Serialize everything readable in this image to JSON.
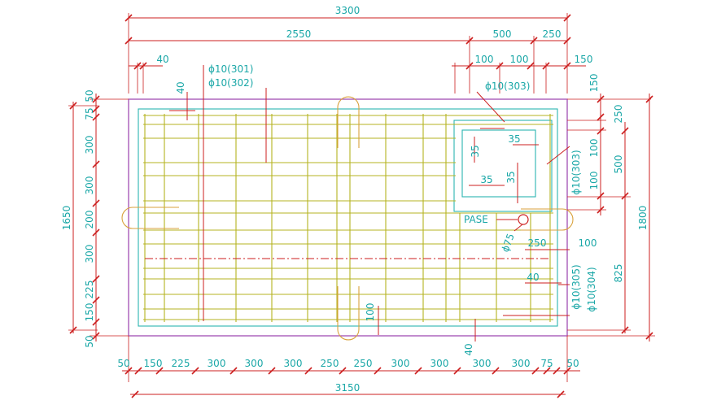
{
  "dimensions": {
    "top_total": "3300",
    "top_left": "2550",
    "top_mid": "500",
    "top_right": "250",
    "top_small": [
      "100",
      "100",
      "150"
    ],
    "top_40": "40",
    "left": [
      "50",
      "75",
      "300",
      "300",
      "200",
      "300",
      "225",
      "150",
      "50"
    ],
    "left_total": "1650",
    "bottom": [
      "50",
      "150",
      "225",
      "300",
      "300",
      "300",
      "250",
      "250",
      "300",
      "300",
      "300",
      "300",
      "75",
      "50"
    ],
    "bottom_total": "3150",
    "right_inner": [
      "150",
      "250",
      "100",
      "500",
      "100"
    ],
    "right_825": "825",
    "right_total": "1800",
    "misc_40_left": "40",
    "misc_35": [
      "35",
      "35",
      "35",
      "35"
    ],
    "misc_250": "250",
    "misc_100_r": "100",
    "misc_40_r": "40",
    "misc_100_b": "100",
    "misc_40_b": "40"
  },
  "labels": {
    "bar_301": "ϕ10(301)",
    "bar_302": "ϕ10(302)",
    "bar_303_top": "ϕ10(303)",
    "bar_303_side": "ϕ10(303)",
    "bar_305": "ϕ10(305)",
    "bar_304": "ϕ10(304)",
    "pase": "PASE",
    "pipe": "ϕ75"
  }
}
